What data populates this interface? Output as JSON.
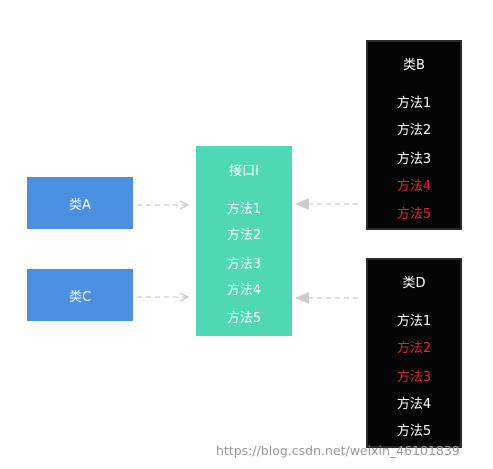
{
  "classA": {
    "label": "类A"
  },
  "classC": {
    "label": "类C"
  },
  "interfaceI": {
    "label": "接口I",
    "methods": [
      "方法1",
      "方法2",
      "方法3",
      "方法4",
      "方法5"
    ]
  },
  "classB": {
    "label": "类B",
    "methods": [
      {
        "label": "方法1",
        "highlight": false
      },
      {
        "label": "方法2",
        "highlight": false
      },
      {
        "label": "方法3",
        "highlight": false
      },
      {
        "label": "方法4",
        "highlight": true
      },
      {
        "label": "方法5",
        "highlight": true
      }
    ]
  },
  "classD": {
    "label": "类D",
    "methods": [
      {
        "label": "方法1",
        "highlight": false
      },
      {
        "label": "方法2",
        "highlight": true
      },
      {
        "label": "方法3",
        "highlight": true
      },
      {
        "label": "方法4",
        "highlight": false
      },
      {
        "label": "方法5",
        "highlight": false
      }
    ]
  },
  "colors": {
    "class_blue": "#4a8fe0",
    "interface_green": "#50d8b5",
    "impl_black": "#050505",
    "highlight_red": "#e0241f",
    "arrow_gray": "#cccccc"
  },
  "watermark": "https://blog.csdn.net/weixin_46101839"
}
